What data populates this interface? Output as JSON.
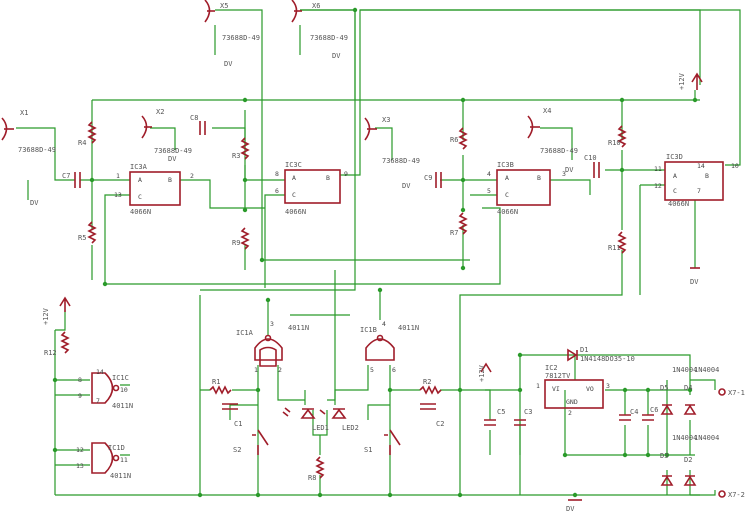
{
  "colors": {
    "wire": "#2a9a2a",
    "component": "#a01d2a",
    "text": "#555555",
    "background": "#ffffff"
  },
  "connectors": {
    "x5": {
      "ref": "X5",
      "part": "73688D-49"
    },
    "x6": {
      "ref": "X6",
      "part": "73688D-49"
    },
    "x1": {
      "ref": "X1",
      "part": "73688D-49"
    },
    "x2": {
      "ref": "X2",
      "part": "73688D-49"
    },
    "x3": {
      "ref": "X3",
      "part": "73688D-49"
    },
    "x4": {
      "ref": "X4",
      "part": "73688D-49"
    },
    "x7_1": "X7-1",
    "x7_2": "X7-2"
  },
  "ics": {
    "ic3a": {
      "ref": "IC3A",
      "part": "4066N",
      "pins": [
        "A",
        "B",
        "C",
        "1",
        "2",
        "13"
      ]
    },
    "ic3c": {
      "ref": "IC3C",
      "part": "4066N",
      "pins": [
        "A",
        "B",
        "C",
        "8",
        "9",
        "6"
      ]
    },
    "ic3b": {
      "ref": "IC3B",
      "part": "4066N",
      "pins": [
        "A",
        "B",
        "C",
        "4",
        "3",
        "5"
      ]
    },
    "ic3d": {
      "ref": "IC3D",
      "part": "4066N",
      "pin_a": "A",
      "pin_c": "C",
      "pin_b": "B",
      "p11": "11",
      "p10": "10",
      "p12": "12",
      "p14": "14",
      "p7": "7"
    },
    "ic1a": {
      "ref": "IC1A",
      "part": "4011N",
      "pins": [
        "3",
        "1",
        "2"
      ]
    },
    "ic1b": {
      "ref": "IC1B",
      "part": "4011N",
      "pins": [
        "4",
        "5",
        "6"
      ]
    },
    "ic1c": {
      "ref": "IC1C",
      "part": "4011N",
      "pins": [
        "8",
        "9",
        "10",
        "14",
        "7"
      ]
    },
    "ic1d": {
      "ref": "IC1D",
      "part": "4011N",
      "pins": [
        "12",
        "13",
        "11"
      ]
    },
    "ic2": {
      "ref": "IC2",
      "part": "7812TV",
      "vi": "VI",
      "vo": "VO",
      "gnd": "GND",
      "p1": "1",
      "p2": "2",
      "p3": "3"
    }
  },
  "resistors": [
    "R4",
    "R5",
    "R3",
    "R9",
    "R6",
    "R7",
    "R10",
    "R11",
    "R12",
    "R1",
    "R2",
    "R8"
  ],
  "capacitors": [
    "C7",
    "C8",
    "C9",
    "C10",
    "C1",
    "C2",
    "C5",
    "C3",
    "C4",
    "C6"
  ],
  "diodes": {
    "d1": {
      "ref": "D1",
      "part": "1N4148DO35-10"
    },
    "d2": "D2",
    "d3": "D3",
    "d4": "D4",
    "d5": "D5",
    "bridge_part": "1N4004"
  },
  "leds": [
    "LED1",
    "LED2"
  ],
  "switches": [
    "S1",
    "S2"
  ],
  "power": {
    "v12": "+12V",
    "dv": "DV"
  }
}
